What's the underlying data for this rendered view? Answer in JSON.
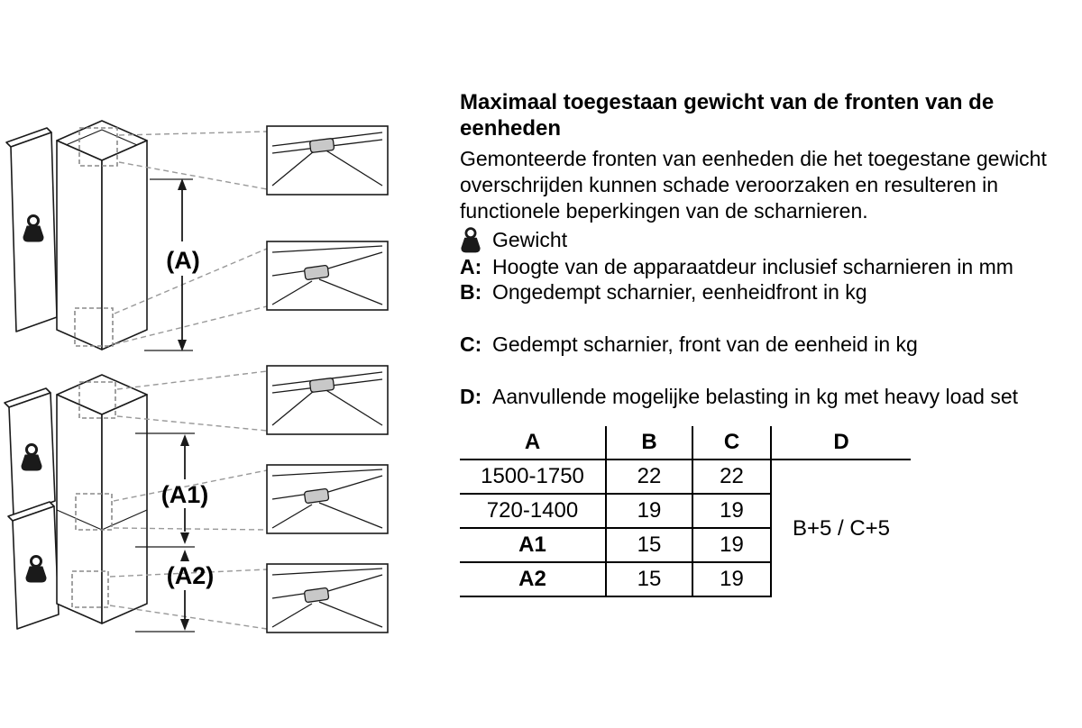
{
  "title": "Maximaal toegestaan gewicht van de fronten van de eenheden",
  "intro": "Gemonteerde fronten van eenheden die het toegestane gewicht overschrijden kunnen schade veroorzaken en resulteren in functionele beperkingen van de scharnieren.",
  "legend": {
    "weight_label": "Gewicht",
    "items": [
      {
        "key": "A:",
        "text": "Hoogte van de apparaatdeur inclusief scharnieren in mm"
      },
      {
        "key": "B:",
        "text": "Ongedempt scharnier, eenheidfront in kg"
      },
      {
        "key": "C:",
        "text": "Gedempt scharnier, front van de eenheid in kg"
      },
      {
        "key": "D:",
        "text": "Aanvullende mogelijke belasting in kg met heavy load set"
      }
    ]
  },
  "diagram": {
    "dim_a": "(A)",
    "dim_a1": "(A1)",
    "dim_a2": "(A2)"
  },
  "table": {
    "headers": [
      "A",
      "B",
      "C",
      "D"
    ],
    "rows": [
      [
        "1500-1750",
        "22",
        "22"
      ],
      [
        "720-1400",
        "19",
        "19"
      ],
      [
        "A1",
        "15",
        "19"
      ],
      [
        "A2",
        "15",
        "19"
      ]
    ],
    "d_value": "B+5 / C+5"
  },
  "colors": {
    "line": "#1a1a1a",
    "dashed": "#8a8a8a",
    "hinge_fill": "#c8c8c8",
    "background": "#ffffff"
  }
}
